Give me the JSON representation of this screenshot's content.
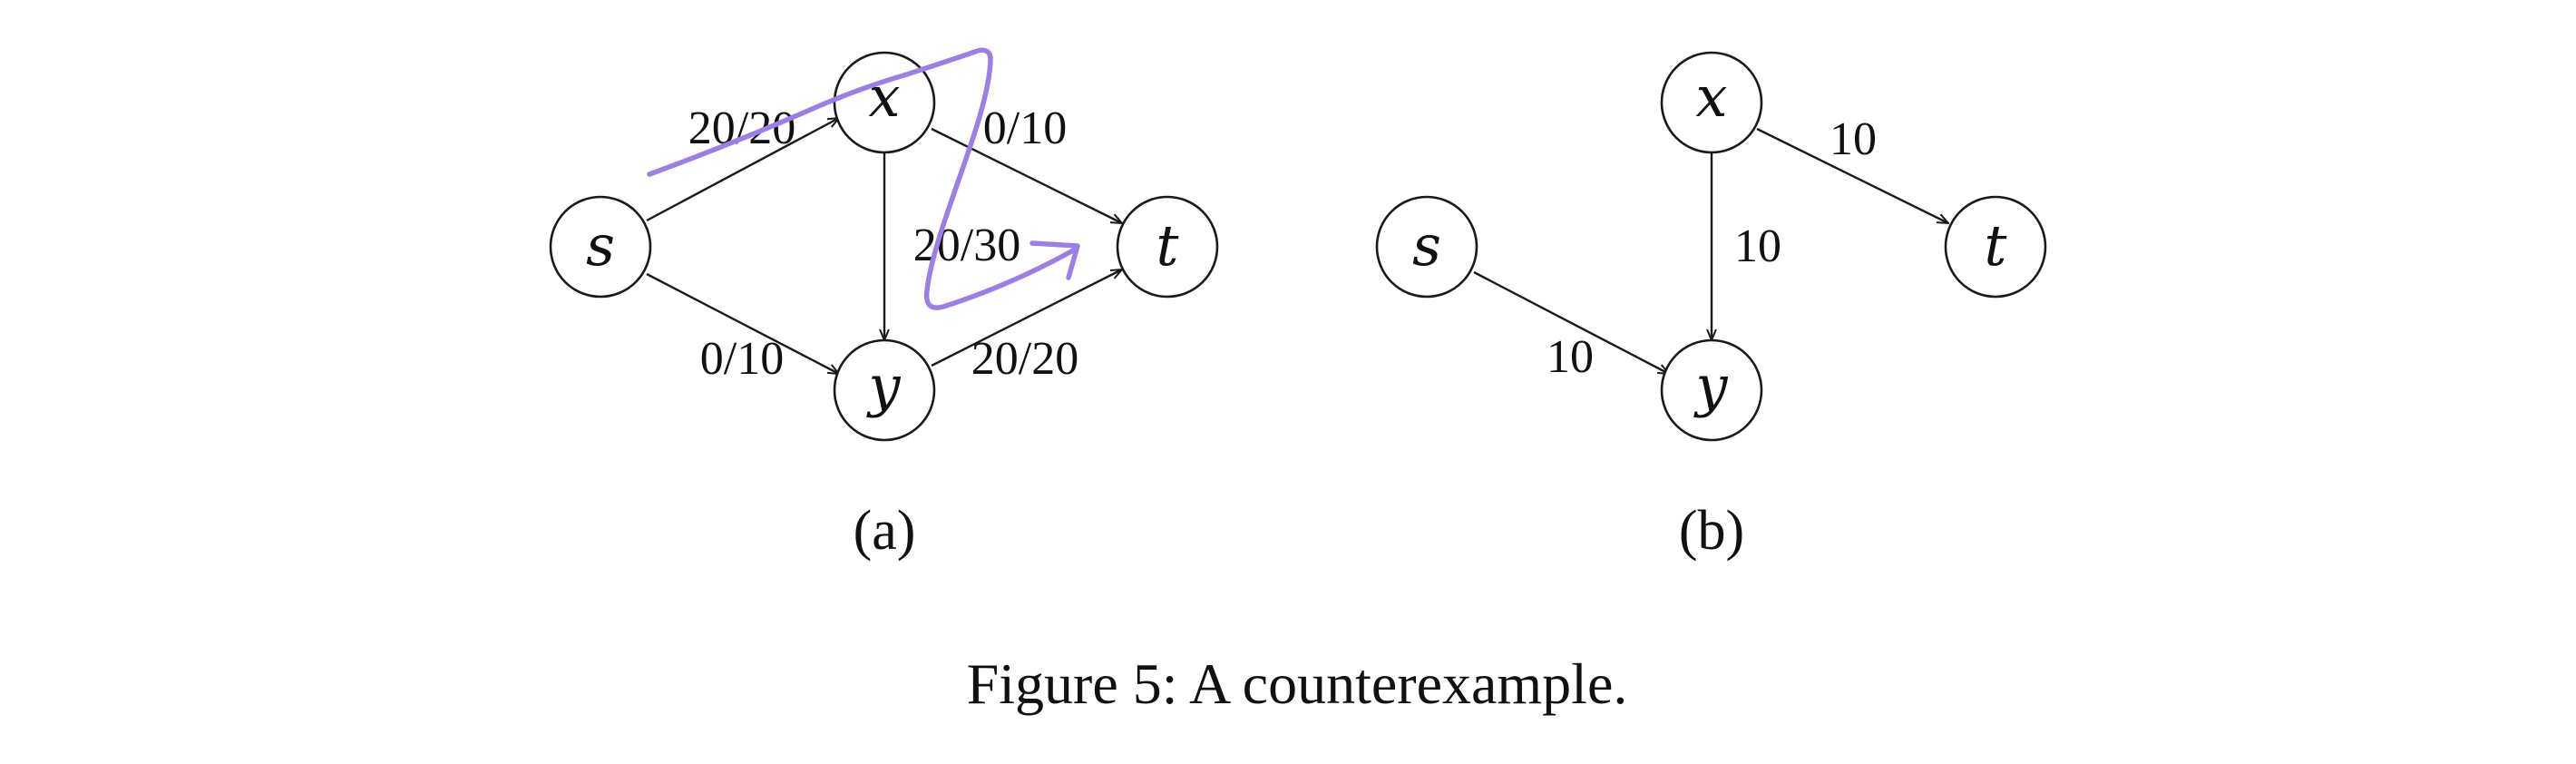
{
  "diagram_a": {
    "label": "(a)",
    "nodes": {
      "s": "s",
      "x": "x",
      "y": "y",
      "t": "t"
    },
    "edges": {
      "sx": "20/20",
      "sy": "0/10",
      "xt": "0/10",
      "xy": "20/30",
      "yt": "20/20"
    },
    "annotation_color": "#9b7fe6"
  },
  "diagram_b": {
    "label": "(b)",
    "nodes": {
      "s": "s",
      "x": "x",
      "y": "y",
      "t": "t"
    },
    "edges": {
      "sy": "10",
      "xy": "10",
      "xt": "10"
    }
  },
  "caption": "Figure 5: A counterexample."
}
